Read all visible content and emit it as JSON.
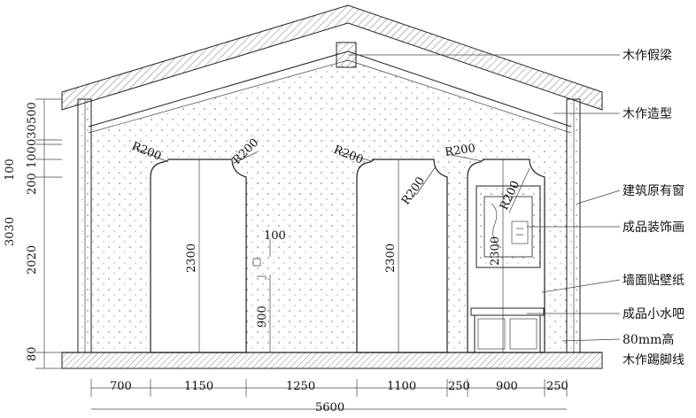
{
  "callouts": {
    "false_beam": "木作假梁",
    "wood_shape": "木作造型",
    "original_window": "建筑原有窗",
    "decor_painting": "成品装饰画",
    "wallpaper": "墙面贴壁纸",
    "water_bar": "成品小水吧",
    "skirting_height": "80mm高",
    "skirting": "木作踢脚线"
  },
  "radius_labels": [
    "R200",
    "R200",
    "R200",
    "R200",
    "R200",
    "R200"
  ],
  "heights": {
    "opening_1": "2300",
    "opening_2": "2300",
    "opening_3": "2300",
    "switch_height": "100",
    "bar_height": "900"
  },
  "left_dims": {
    "d100": "100",
    "d200": "200",
    "d100b": "100",
    "d030": "030",
    "d500": "500",
    "d3030": "3030",
    "d2020": "2020",
    "d80": "80"
  },
  "bottom_dims": {
    "segments": [
      "700",
      "1150",
      "1250",
      "1100",
      "250",
      "900",
      "250"
    ],
    "total": "5600"
  },
  "colors": {
    "line": "#222222",
    "hatch": "#555555",
    "background": "#ffffff"
  }
}
